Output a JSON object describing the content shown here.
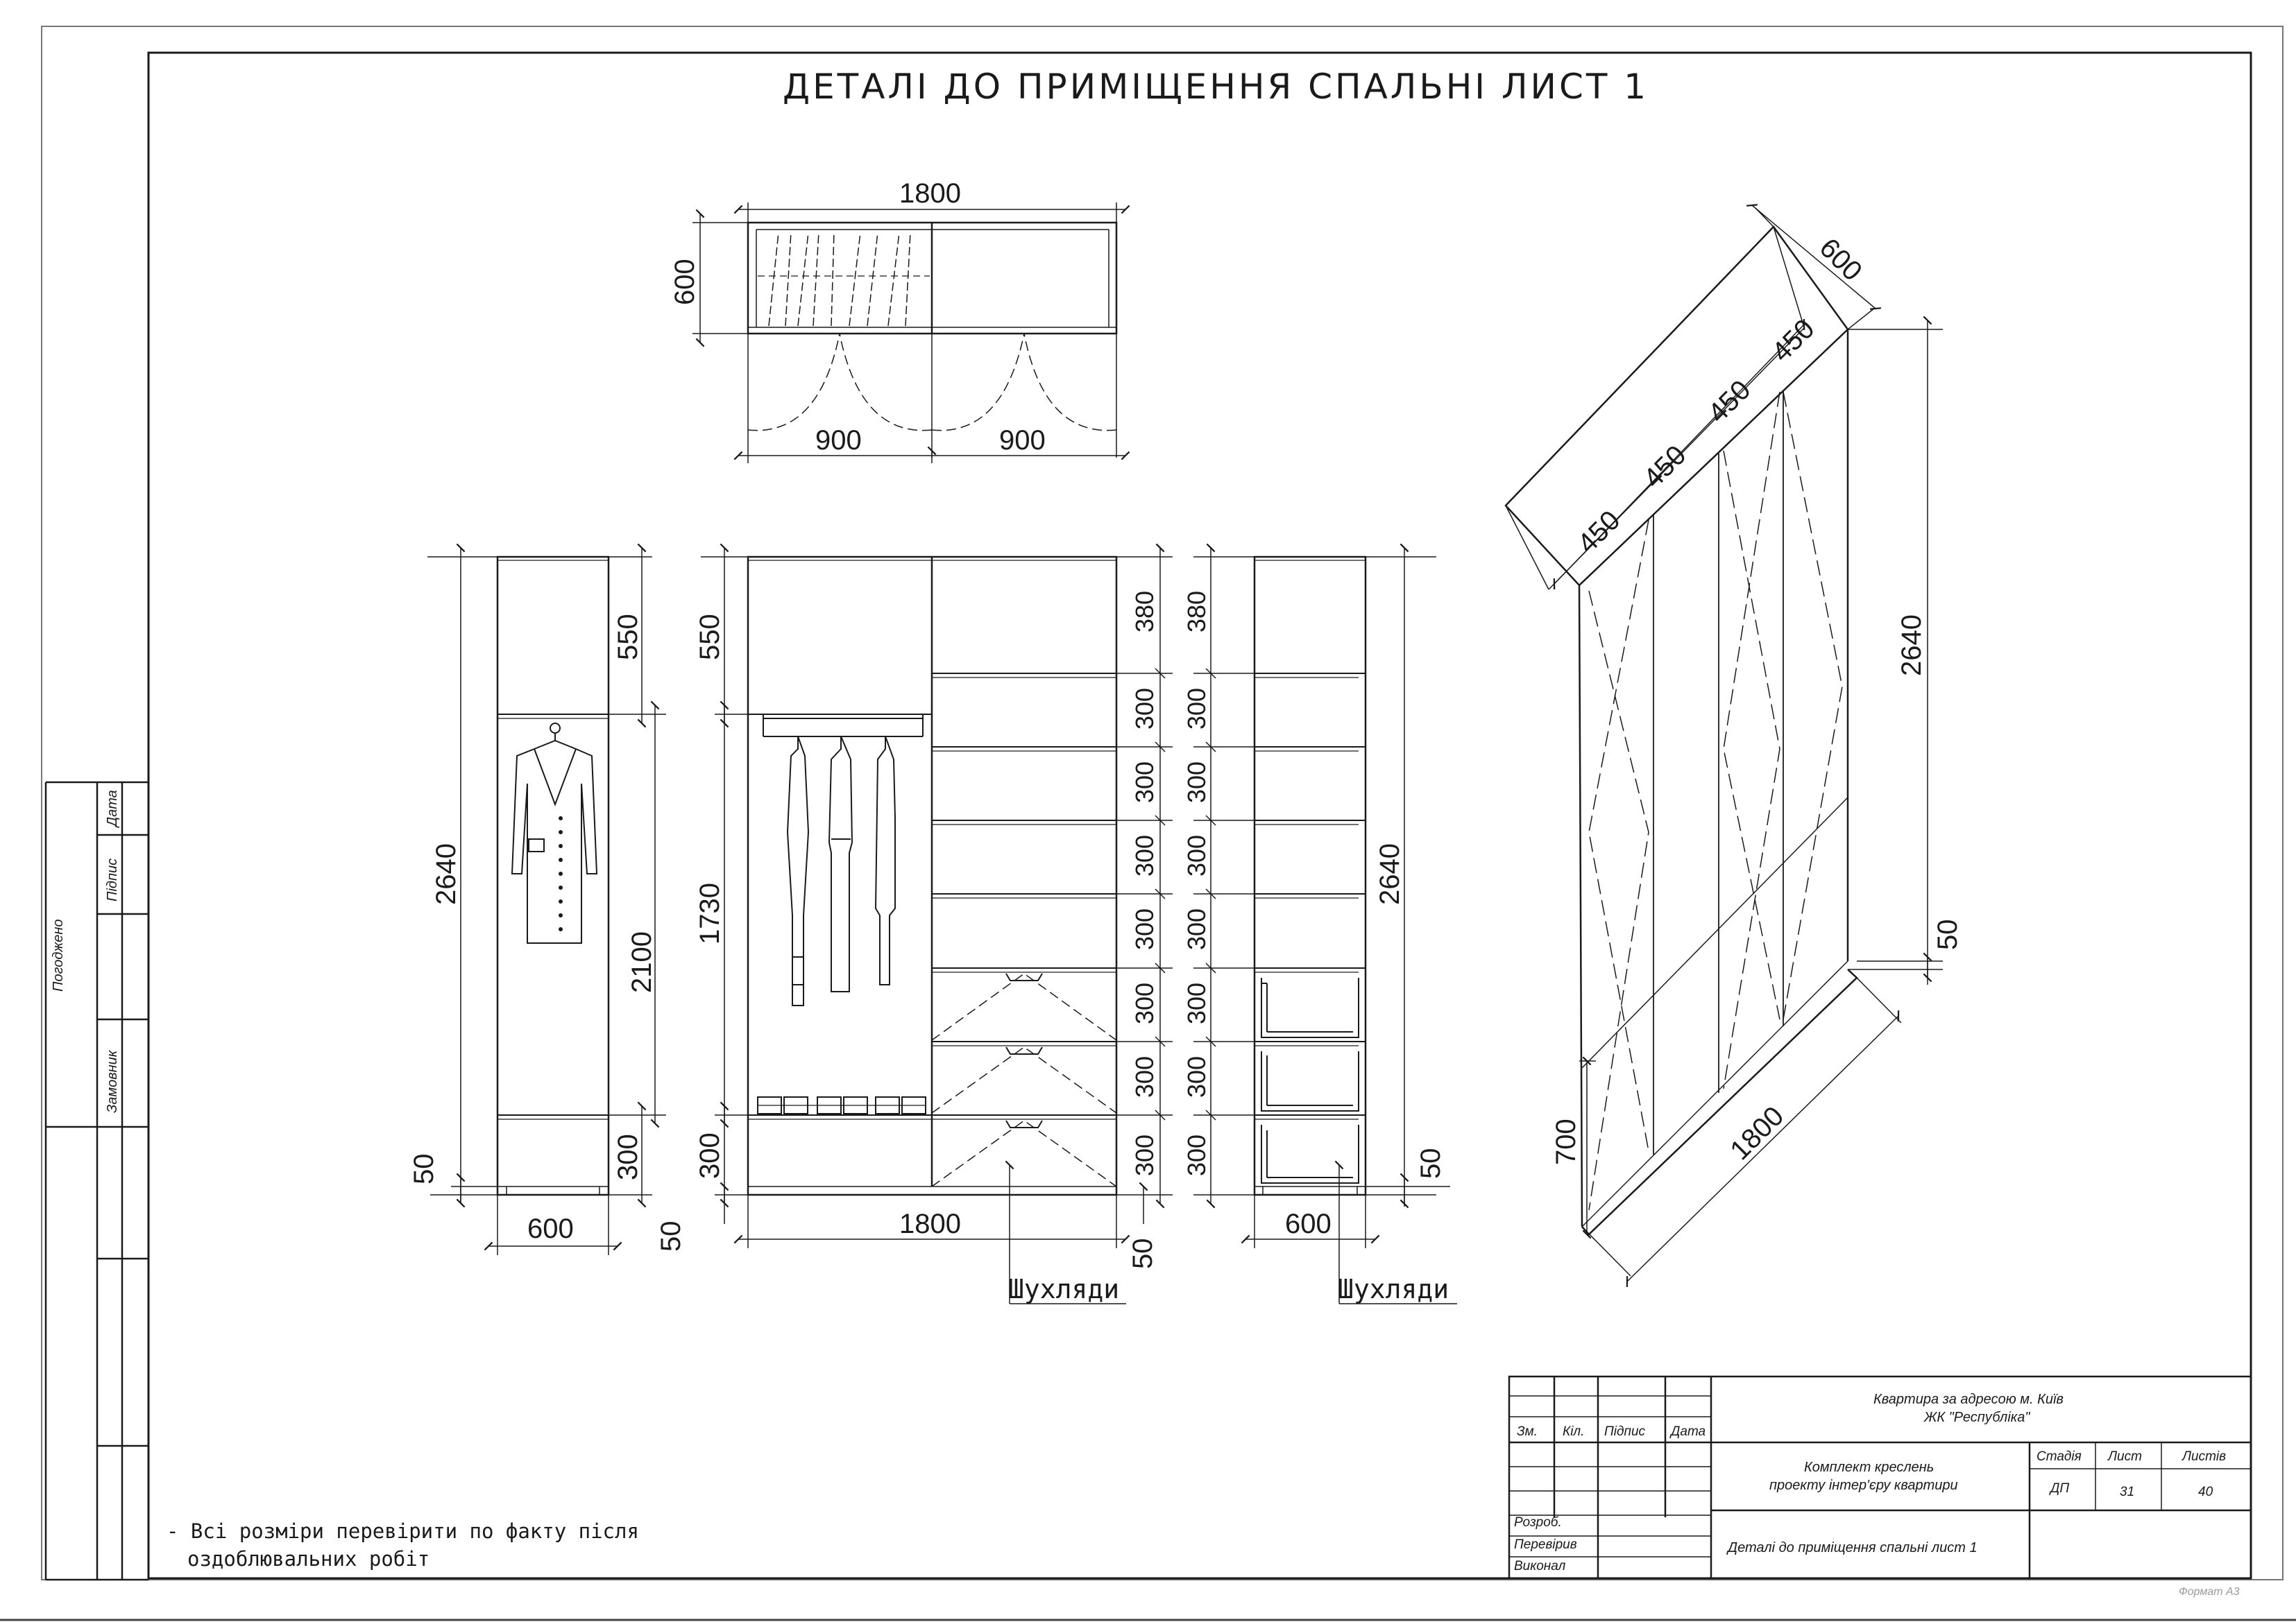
{
  "title": "ДЕТАЛІ ДО ПРИМІЩЕННЯ СПАЛЬНІ ЛИСТ 1",
  "plan_view": {
    "dims": {
      "width": "1800",
      "depth": "600",
      "door_left": "900",
      "door_right": "900"
    }
  },
  "side_view_left": {
    "dims": {
      "height": "2640",
      "top": "550",
      "hang": "2100",
      "bottom": "300",
      "plinth": "50",
      "depth": "600"
    }
  },
  "front_view": {
    "dims": {
      "top": "550",
      "hang": "1730",
      "bottom": "300",
      "plinth": "50",
      "width": "1800",
      "plinth_right": "50",
      "shelves": [
        "380",
        "300",
        "300",
        "300",
        "300",
        "300",
        "300",
        "300"
      ]
    },
    "label_drawers": "Шухляди"
  },
  "side_view_right": {
    "dims": {
      "shelves": [
        "380",
        "300",
        "300",
        "300",
        "300",
        "300",
        "300",
        "300"
      ],
      "height": "2640",
      "plinth": "50",
      "depth": "600"
    },
    "label_drawers": "Шухляди"
  },
  "iso_view": {
    "dims": {
      "depth": "600",
      "panels": [
        "450",
        "450",
        "450",
        "450"
      ],
      "height": "2640",
      "plinth": "50",
      "bottom": "700",
      "width": "1800"
    }
  },
  "note": {
    "line1": "- Всі розміри перевірити по факту після",
    "line2": "оздоблювальних робіт"
  },
  "side_stamp": {
    "approved": "Погоджено",
    "date": "Дата",
    "signature": "Підпис",
    "customer": "Замовник"
  },
  "title_block": {
    "address_line1": "Квартира за адресою м. Київ",
    "address_line2": "ЖК \"Республіка\"",
    "col_change": "Зм.",
    "col_qty": "Кіл.",
    "col_sign": "Підпис",
    "col_date": "Дата",
    "set_line1": "Комплект креслень",
    "set_line2": "проекту інтер'єру квартири",
    "stage_label": "Стадія",
    "sheet_label": "Лист",
    "sheets_label": "Листів",
    "stage": "ДП",
    "sheet": "31",
    "sheets": "40",
    "developed": "Розроб.",
    "checked": "Перевірив",
    "executed": "Виконал",
    "drawing_name": "Деталі до приміщення спальні лист 1",
    "format": "Формат А3"
  }
}
